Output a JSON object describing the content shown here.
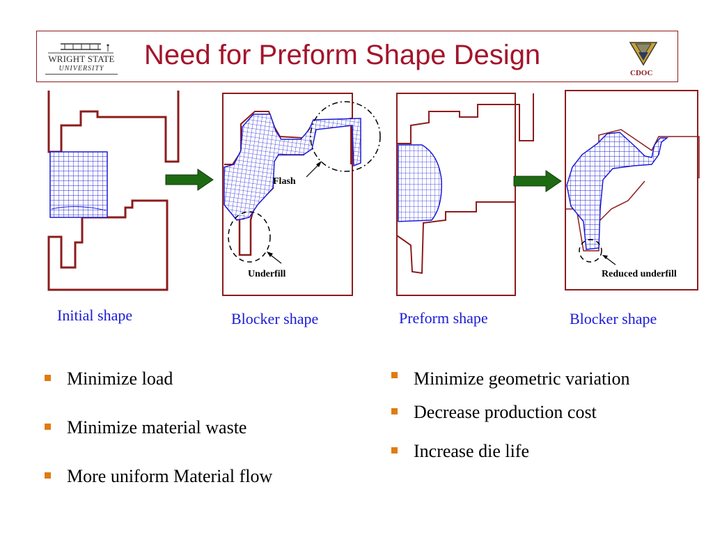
{
  "header": {
    "title": "Need for Preform Shape Design",
    "logo_left_line1": "WRIGHT STATE",
    "logo_left_line2": "UNIVERSITY",
    "logo_right_text": "CDOC"
  },
  "diagram": {
    "labels": {
      "flash": "Flash",
      "underfill": "Underfill",
      "reduced_underfill": "Reduced underfill"
    },
    "captions": {
      "initial": "Initial shape",
      "blocker1": "Blocker shape",
      "preform": "Preform shape",
      "blocker2": "Blocker shape"
    }
  },
  "bullets_left": [
    "Minimize load",
    "Minimize material waste",
    "More uniform Material flow"
  ],
  "bullets_right": [
    "Minimize geometric variation",
    "Decrease production cost",
    "Increase die life"
  ],
  "colors": {
    "title": "#a3142b",
    "die_outline": "#8c1c1c",
    "mesh": "#1a1ad6",
    "arrow": "#1e6a12",
    "caption": "#1a1ad6",
    "bullet": "#e07b10"
  }
}
